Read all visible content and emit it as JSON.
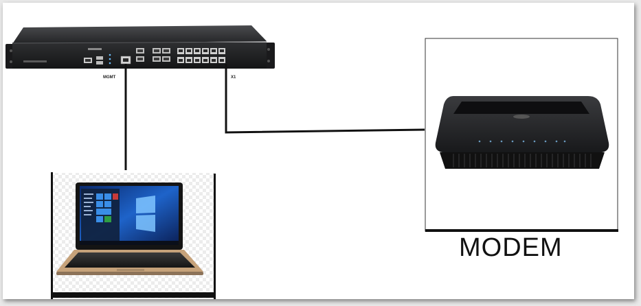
{
  "labels": {
    "mgmt_port": "MGMT",
    "x1_port": "X1",
    "modem": "MODEM"
  },
  "icons": [
    "firewall-appliance",
    "laptop",
    "modem-router"
  ],
  "colors": {
    "cable": "#111111",
    "device_body": "#1f2022",
    "background": "#ffffff"
  }
}
